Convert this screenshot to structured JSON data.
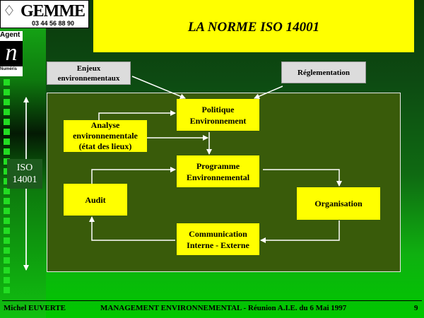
{
  "logo": {
    "name": "GEMME",
    "phone": "03 44 56 88 90"
  },
  "agent_logo": {
    "label": "Agent",
    "letter": "n",
    "sub": "Numéris"
  },
  "title": "LA NORME ISO 14001",
  "side_label": {
    "line1": "ISO",
    "line2": "14001"
  },
  "inputs": {
    "enjeux": [
      "Enjeux",
      "environnementaux"
    ],
    "reglementation": "Réglementation"
  },
  "boxes": {
    "politique": [
      "Politique",
      "Environnement"
    ],
    "analyse": [
      "Analyse",
      "environnementale",
      "(état des lieux)"
    ],
    "programme": [
      "Programme",
      "Environnemental"
    ],
    "audit": "Audit",
    "organisation": "Organisation",
    "communication": [
      "Communication",
      "Interne - Externe"
    ]
  },
  "footer": {
    "author": "Michel EUVERTE",
    "event": "MANAGEMENT ENVIRONNEMENTAL - Réunion A.I.E. du 6 Mai 1997",
    "page": "9"
  },
  "colors": {
    "box": "#ffff00",
    "panel": "#395b0a",
    "input_box": "#dcdcdc"
  }
}
